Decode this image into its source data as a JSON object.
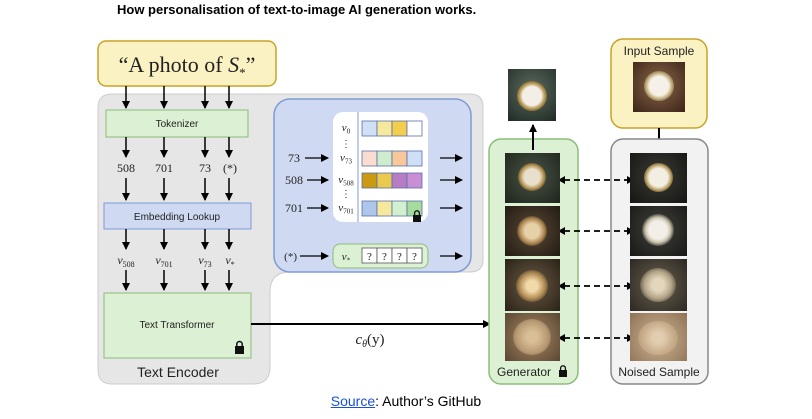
{
  "title": "How personalisation of text-to-image AI generation works.",
  "prompt": {
    "prefix": "“A photo of ",
    "token": "S",
    "subscript": "*",
    "suffix": "”"
  },
  "text_encoder": {
    "label": "Text Encoder",
    "tokenizer_label": "Tokenizer",
    "token_ids": [
      "508",
      "701",
      "73",
      "(*)"
    ],
    "embedding_lookup_label": "Embedding Lookup",
    "embeddings": [
      {
        "base": "v",
        "sub": "508"
      },
      {
        "base": "v",
        "sub": "701"
      },
      {
        "base": "v",
        "sub": "73"
      },
      {
        "base": "v",
        "sub": "*"
      }
    ],
    "transformer_label": "Text Transformer"
  },
  "lookup_table": {
    "rows": [
      {
        "input": "",
        "base": "v",
        "sub": "0",
        "colors": [
          "#cfe0f6",
          "#f6e89c",
          "#f3cd4e",
          "#ffffff"
        ]
      },
      {
        "input": "73",
        "base": "v",
        "sub": "73",
        "colors": [
          "#fadcd0",
          "#cfeccd",
          "#f8c79a",
          "#cfe0f6"
        ]
      },
      {
        "input": "508",
        "base": "v",
        "sub": "508",
        "colors": [
          "#c99a12",
          "#e9c94e",
          "#b67cc4",
          "#c98fd4"
        ]
      },
      {
        "input": "701",
        "base": "v",
        "sub": "701",
        "colors": [
          "#aec6ea",
          "#f6e89c",
          "#d2f0cf",
          "#a6db9e"
        ]
      }
    ],
    "dots": "⋮",
    "new_row": {
      "input": "(*)",
      "base": "v",
      "sub": "*",
      "cells": [
        "?",
        "?",
        "?",
        "?"
      ]
    }
  },
  "conditioning": {
    "base": "c",
    "sub": "θ",
    "arg": "(y)"
  },
  "generator": {
    "label": "Generator"
  },
  "input_sample": {
    "label": "Input Sample"
  },
  "noised": {
    "label": "Noised Sample"
  },
  "source": {
    "link_text": "Source",
    "rest": ": Author’s GitHub"
  },
  "colors": {
    "prompt_fill": "#fbf2c4",
    "prompt_stroke": "#c9a227",
    "green_fill": "#dcf0d4",
    "green_stroke": "#8bbd7a",
    "blue_fill": "#cfdaf2",
    "blue_stroke": "#7f9bd6",
    "encoder_bg": "#e6e6e6",
    "link": "#1a4fd6"
  }
}
